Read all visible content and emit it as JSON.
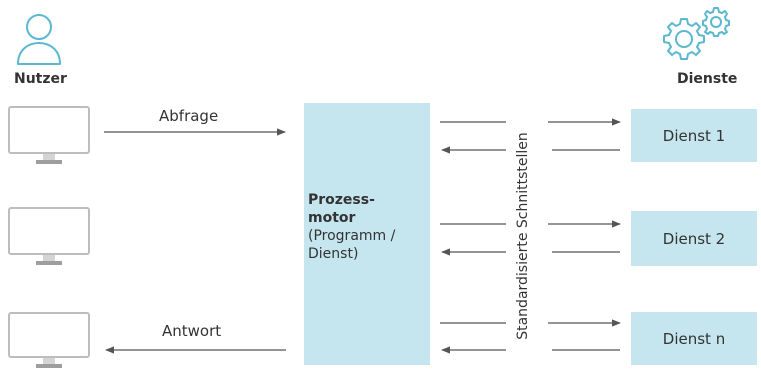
{
  "user_label": "Nutzer",
  "services_label": "Dienste",
  "request_label": "Abfrage",
  "response_label": "Antwort",
  "engine": {
    "line1": "Prozess-",
    "line2": "motor",
    "line3": "(Programm /",
    "line4": "Dienst)"
  },
  "interface_label": "Standardisierte Schnittstellen",
  "services": [
    {
      "label": "Dienst 1"
    },
    {
      "label": "Dienst 2"
    },
    {
      "label": "Dienst n"
    }
  ],
  "colors": {
    "box_fill": "#c5e6ee",
    "icon_stroke": "#5bb8cf",
    "monitor_frame": "#bdbdbd",
    "text": "#333333",
    "arrow": "#555555"
  },
  "icons": {
    "user": "user-icon",
    "services": "gears-icon",
    "client": "monitor-icon"
  }
}
